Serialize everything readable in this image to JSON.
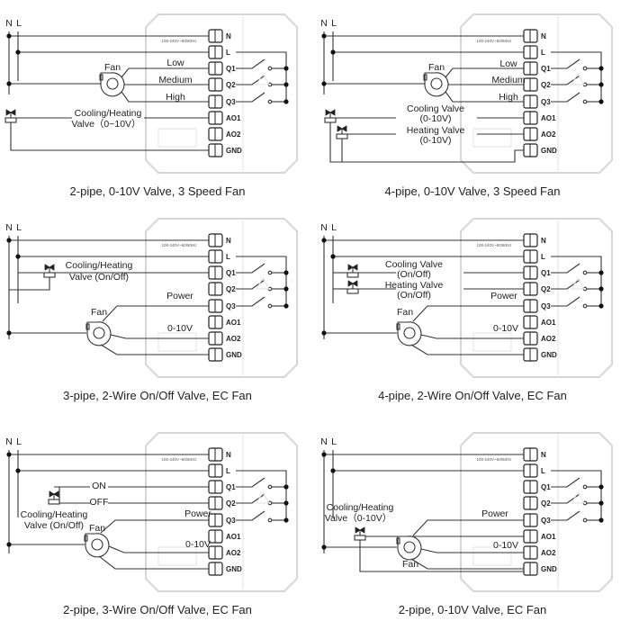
{
  "supply_labels": {
    "neutral": "N",
    "live": "L"
  },
  "terminals": [
    "N",
    "L",
    "Q1",
    "Q2",
    "Q3",
    "AO1",
    "AO2",
    "GND"
  ],
  "voltage_rating": "100-240V~50/60Hz",
  "panels": [
    {
      "title": "2-pipe, 0-10V Valve, 3 Speed Fan",
      "labels": [
        "Fan",
        "Low",
        "Medium",
        "High",
        "Cooling/Heating",
        "Valve（0~10V）"
      ]
    },
    {
      "title": "4-pipe, 0-10V Valve, 3 Speed Fan",
      "labels": [
        "Fan",
        "Low",
        "Medium",
        "High",
        "Cooling Valve",
        "(0-10V)",
        "Heating Valve",
        "(0-10V)"
      ]
    },
    {
      "title": "3-pipe, 2-Wire On/Off Valve, EC Fan",
      "labels": [
        "Cooling/Heating",
        "Valve (On/Off)",
        "Power",
        "Fan",
        "0-10V"
      ]
    },
    {
      "title": "4-pipe, 2-Wire On/Off Valve, EC Fan",
      "labels": [
        "Cooling Valve",
        "(On/Off)",
        "Heating Valve",
        "(On/Off)",
        "Power",
        "Fan",
        "0-10V"
      ]
    },
    {
      "title": "2-pipe, 3-Wire On/Off Valve, EC Fan",
      "labels": [
        "ON",
        "OFF",
        "Cooling/Heating",
        "Valve (On/Off)",
        "Power",
        "Fan",
        "0-10V"
      ]
    },
    {
      "title": "2-pipe, 0-10V Valve, EC Fan",
      "labels": [
        "Cooling/Heating",
        "Valve（0-10V）",
        "Power",
        "0-10V",
        "Fan"
      ]
    }
  ]
}
